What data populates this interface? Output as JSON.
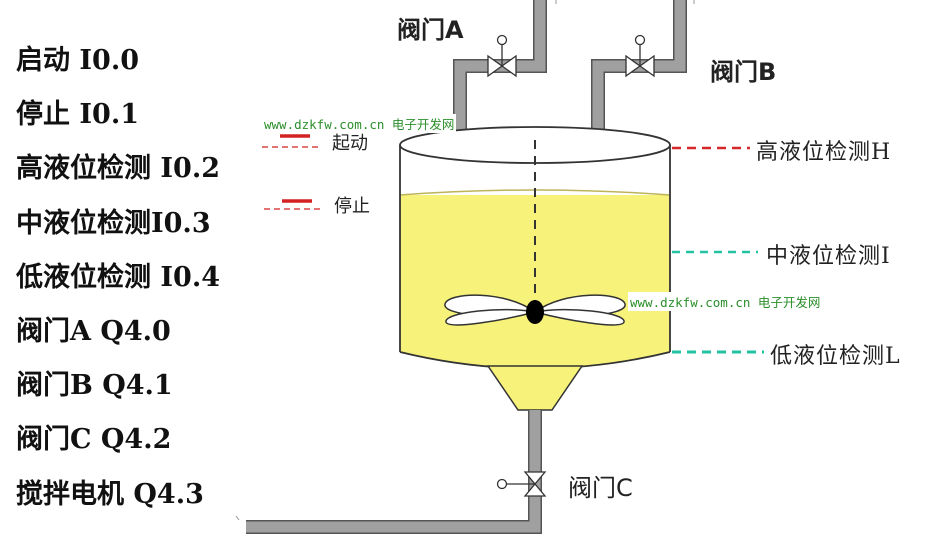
{
  "io_list": [
    "启动 I0.0",
    "停止 I0.1",
    "高液位检测 I0.2",
    "中液位检测I0.3",
    "低液位检测 I0.4",
    "阀门A  Q4.0",
    "阀门B  Q4.1",
    "阀门C  Q4.2",
    "搅拌电机 Q4.3"
  ],
  "valves": {
    "a": "阀门A",
    "b": "阀门B",
    "c": "阀门C"
  },
  "legend": {
    "start": "起动",
    "stop": "停止"
  },
  "sensors": {
    "high": "高液位检测H",
    "mid": "中液位检测I",
    "low": "低液位检测L"
  },
  "watermark": "www.dzkfw.com.cn 电子开发网",
  "colors": {
    "liquid": "#f7f27a",
    "pipe": "#9a9a9a",
    "legend_red": "#d22222",
    "high_dash": "#d62828",
    "mid_low_dash": "#22c2a2",
    "watermark": "#2a8f2a"
  }
}
